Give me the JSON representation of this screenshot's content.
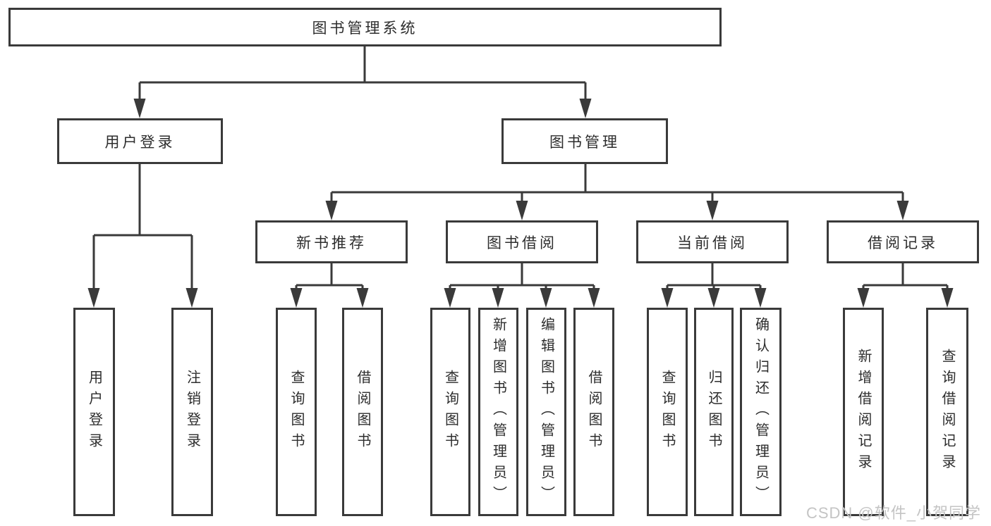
{
  "diagram": {
    "type": "hierarchy-tree",
    "tree": {
      "label": "图书管理系统",
      "children": [
        {
          "label": "用户登录",
          "children": [
            {
              "label": "用户登录"
            },
            {
              "label": "注销登录"
            }
          ]
        },
        {
          "label": "图书管理",
          "children": [
            {
              "label": "新书推荐",
              "children": [
                {
                  "label": "查询图书"
                },
                {
                  "label": "借阅图书"
                }
              ]
            },
            {
              "label": "图书借阅",
              "children": [
                {
                  "label": "查询图书"
                },
                {
                  "label": "新增图书（管理员）"
                },
                {
                  "label": "编辑图书（管理员）"
                },
                {
                  "label": "借阅图书"
                }
              ]
            },
            {
              "label": "当前借阅",
              "children": [
                {
                  "label": "查询图书"
                },
                {
                  "label": "归还图书"
                },
                {
                  "label": "确认归还（管理员）"
                }
              ]
            },
            {
              "label": "借阅记录",
              "children": [
                {
                  "label": "新增借阅记录"
                },
                {
                  "label": "查询借阅记录"
                }
              ]
            }
          ]
        }
      ]
    },
    "colors": {
      "line": "#3a3a3a",
      "box_border": "#3a3a3a",
      "text": "#2d2d2d",
      "background": "#ffffff",
      "watermark": "#c4c4c4"
    }
  },
  "watermark": {
    "text": "CSDN @软件_小贺同学"
  }
}
